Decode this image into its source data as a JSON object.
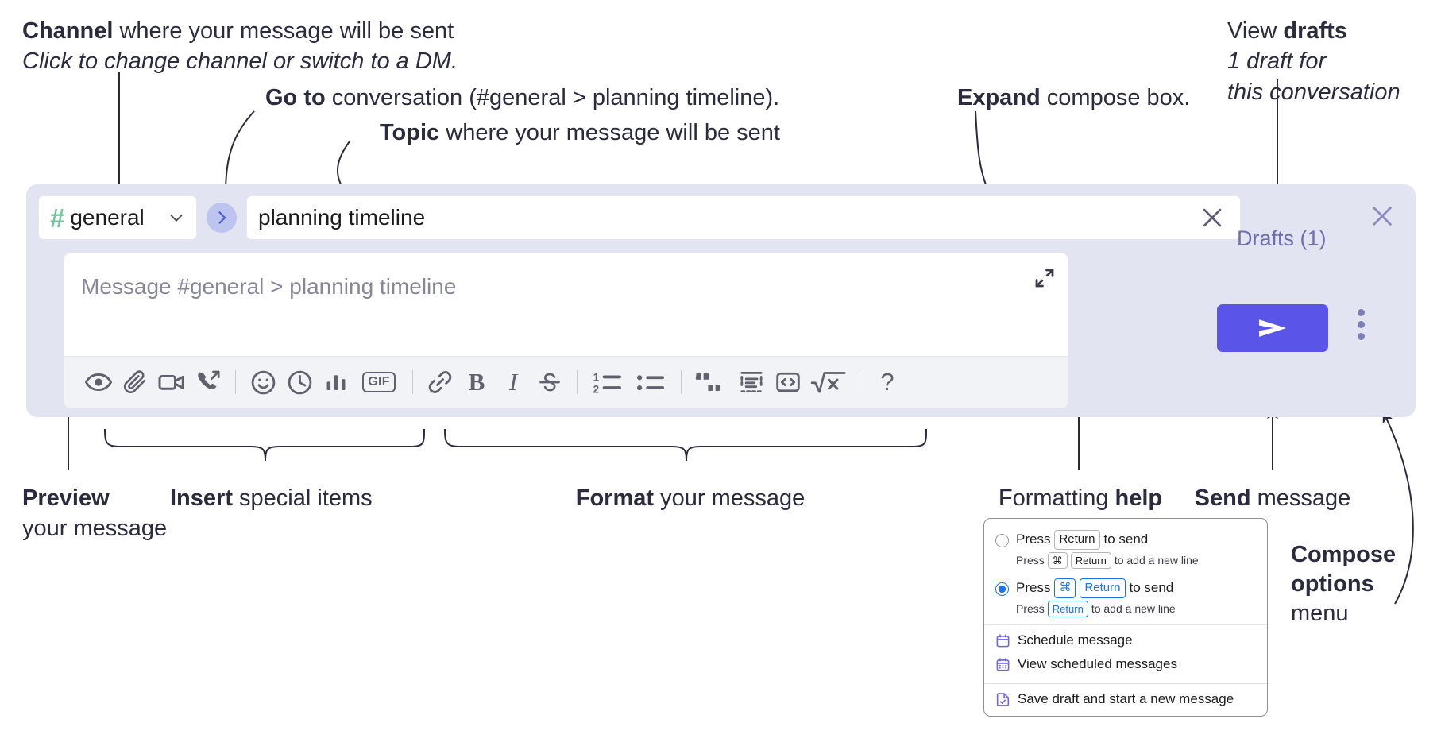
{
  "annotations": {
    "channel": {
      "line1_bold": "Channel",
      "line1_rest": " where your message will be sent",
      "line2_italic": "Click to change channel or switch to a DM."
    },
    "goto": {
      "bold": "Go to",
      "rest": " conversation (#general > planning timeline)."
    },
    "topic": {
      "bold": "Topic",
      "rest": " where your message will be sent"
    },
    "expand": {
      "bold": "Expand",
      "rest": " compose box."
    },
    "drafts": {
      "line1_plain": "View ",
      "line1_bold": "drafts",
      "line2_italic": "1 draft for",
      "line3_italic": "this conversation"
    },
    "preview": {
      "bold": "Preview",
      "rest": "your message"
    },
    "insert": {
      "bold": "Insert",
      "rest": " special items"
    },
    "format": {
      "bold": "Format",
      "rest": " your message"
    },
    "help": {
      "plain": "Formatting ",
      "bold": "help"
    },
    "send": {
      "bold": "Send",
      "rest": " message"
    },
    "compose_options": {
      "bold_line1": "Compose",
      "bold_line2": "options",
      "plain": "menu"
    }
  },
  "compose": {
    "channel_name": "general",
    "hash_icon": "hash-icon",
    "caret_icon": "chevron-down-icon",
    "goto_icon": "chevron-right-icon",
    "topic_value": "planning timeline",
    "topic_clear_icon": "close-icon",
    "message_placeholder": "Message #general > planning timeline",
    "expand_icon": "expand-diagonal-icon",
    "close_icon": "close-icon",
    "drafts_label": "Drafts (1)",
    "send_icon": "send-paper-plane-icon",
    "kebab_icon": "vertical-dots-icon",
    "toolbar": [
      {
        "name": "preview-button",
        "icon": "eye-icon"
      },
      {
        "name": "attach-button",
        "icon": "paperclip-icon"
      },
      {
        "name": "video-clip-button",
        "icon": "video-camera-icon"
      },
      {
        "name": "audio-clip-button",
        "icon": "phone-arrow-icon"
      },
      {
        "name": "separator",
        "icon": "separator"
      },
      {
        "name": "emoji-button",
        "icon": "smiley-icon"
      },
      {
        "name": "reminder-button",
        "icon": "clock-icon"
      },
      {
        "name": "poll-button",
        "icon": "bar-chart-icon"
      },
      {
        "name": "gif-button",
        "icon": "gif-icon",
        "label": "GIF"
      },
      {
        "name": "separator",
        "icon": "separator"
      },
      {
        "name": "link-button",
        "icon": "link-icon"
      },
      {
        "name": "bold-button",
        "icon": "bold-icon",
        "label": "B"
      },
      {
        "name": "italic-button",
        "icon": "italic-icon",
        "label": "I"
      },
      {
        "name": "strikethrough-button",
        "icon": "strikethrough-icon",
        "label": "S"
      },
      {
        "name": "separator",
        "icon": "separator"
      },
      {
        "name": "ordered-list-button",
        "icon": "numbered-list-icon"
      },
      {
        "name": "bulleted-list-button",
        "icon": "bulleted-list-icon"
      },
      {
        "name": "separator",
        "icon": "separator"
      },
      {
        "name": "blockquote-button",
        "icon": "quote-icon"
      },
      {
        "name": "code-block-button",
        "icon": "code-block-icon"
      },
      {
        "name": "code-button",
        "icon": "code-brackets-icon"
      },
      {
        "name": "latex-button",
        "icon": "square-root-x-icon"
      },
      {
        "name": "separator",
        "icon": "separator"
      },
      {
        "name": "formatting-help-button",
        "icon": "question-mark-icon",
        "label": "?"
      }
    ]
  },
  "menu": {
    "options": [
      {
        "selected": false,
        "main": [
          "Press",
          "Return",
          "to send"
        ],
        "sub": [
          "Press",
          "⌘",
          "Return",
          "to add a new line"
        ]
      },
      {
        "selected": true,
        "main": [
          "Press",
          "⌘",
          "Return",
          "to send"
        ],
        "sub": [
          "Press",
          "Return",
          "to add a new line"
        ]
      }
    ],
    "items": [
      {
        "label": "Schedule message",
        "icon": "calendar-clock-icon"
      },
      {
        "label": "View scheduled messages",
        "icon": "calendar-grid-icon"
      },
      {
        "label": "Save draft and start a new message",
        "icon": "document-check-icon"
      }
    ]
  },
  "colors": {
    "panel_bg": "#e2e4f2",
    "send_button": "#5b54e8",
    "accent_link": "#6f6fad",
    "hash_green": "#6fc79a",
    "goto_circle": "#bcc4ef",
    "key_blue": "#1a73e8",
    "menu_icon": "#6f62e8"
  }
}
